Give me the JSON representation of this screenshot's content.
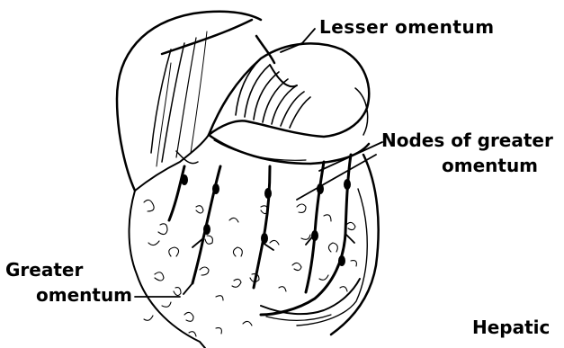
{
  "labels": {
    "lesser_omentum": "Lesser   omentum",
    "nodes_line1": "Nodes of greater",
    "nodes_line2": "omentum",
    "greater_line1": "Greater",
    "greater_line2": "omentum",
    "hepatic": "Hepatic"
  }
}
